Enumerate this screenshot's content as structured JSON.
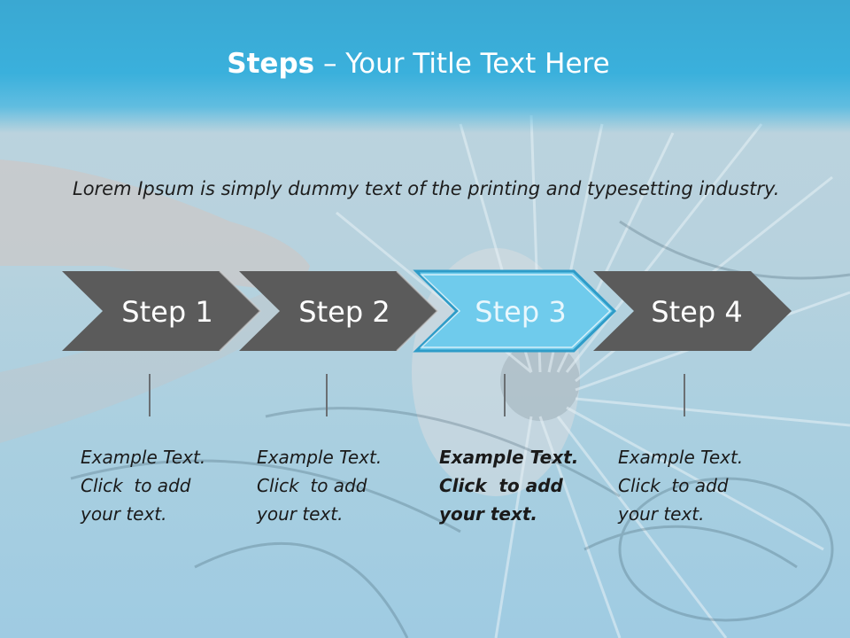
{
  "title": {
    "strong": "Steps",
    "rest": " – Your Title Text Here"
  },
  "body_text": "Lorem Ipsum is simply dummy text of the printing and typesetting industry.",
  "colors": {
    "title_band": "#3ab0dc",
    "step_dark": "#5b5b5b",
    "step_active": "#6fcbec",
    "step_active_border": "#2e9cc8"
  },
  "steps": [
    {
      "label": "Step 1",
      "text": [
        "Example Text.",
        "Click  to add",
        "your text."
      ],
      "active": false
    },
    {
      "label": "Step 2",
      "text": [
        "Example Text.",
        "Click  to add",
        "your text."
      ],
      "active": false
    },
    {
      "label": "Step 3",
      "text": [
        "Example Text.",
        "Click  to add",
        "your text."
      ],
      "active": true
    },
    {
      "label": "Step 4",
      "text": [
        "Example Text.",
        "Click  to add",
        "your text."
      ],
      "active": false
    }
  ]
}
